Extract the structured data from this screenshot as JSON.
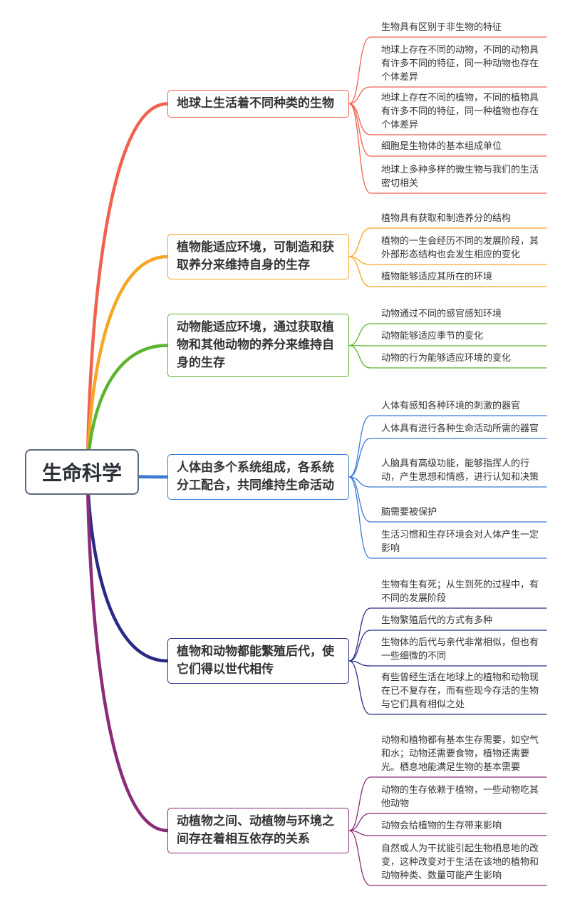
{
  "root": {
    "label": "生命科学",
    "color": "#5d6b7d"
  },
  "branches": [
    {
      "label": "地球上生活着不同种类的生物",
      "color": "#f0624f",
      "leaves": [
        "生物具有区别于非生物的特征",
        "地球上存在不同的动物，不同的动物具有许多不同的特征，同一种动物也存在个体差异",
        "地球上存在不同的植物，不同的植物具有许多不同的特征，同一种植物也存在个体差异",
        "细胞是生物体的基本组成单位",
        "地球上多种多样的微生物与我们的生活密切相关"
      ]
    },
    {
      "label": "植物能适应环境，可制造和获取养分来维持自身的生存",
      "color": "#f5a623",
      "leaves": [
        "植物具有获取和制造养分的结构",
        "植物的一生会经历不同的发展阶段，其外部形态结构也会发生相应的变化",
        "植物能够适应其所在的环境"
      ]
    },
    {
      "label": "动物能适应环境，通过获取植物和其他动物的养分来维持自身的生存",
      "color": "#5cb531",
      "leaves": [
        "动物通过不同的感官感知环境",
        "动物能够适应季节的变化",
        "动物的行为能够适应环境的变化"
      ]
    },
    {
      "label": "人体由多个系统组成，各系统分工配合，共同维持生命活动",
      "color": "#3a7bd5",
      "leaves": [
        "人体有感知各种环境的刺激的器官",
        "人体具有进行各种生命活动所需的器官",
        "人脑具有高级功能，能够指挥人的行动，产生思想和情感，进行认知和决策",
        "脑需要被保护",
        "生活习惯和生存环境会对人体产生一定影响"
      ]
    },
    {
      "label": "植物和动物都能繁殖后代，使它们得以世代相传",
      "color": "#2a2a86",
      "leaves": [
        "生物有生有死；从生到死的过程中，有不同的发展阶段",
        "生物繁殖后代的方式有多种",
        "生物体的后代与亲代非常相似，但也有一些细微的不同",
        "有些曾经生活在地球上的植物和动物现在已不复存在，而有些现今存活的生物与它们具有相似之处"
      ]
    },
    {
      "label": "动植物之间、动植物与环境之间存在着相互依存的关系",
      "color": "#8a2c78",
      "leaves": [
        "动物和植物都有基本生存需要，如空气和水；动物还需要食物，植物还需要光。栖息地能满足生物的基本需要",
        "动物的生存依赖于植物，一些动物吃其他动物",
        "动物会给植物的生存带来影响",
        "自然或人为干扰能引起生物栖息地的改变，这种改变对于生活在该地的植物和动物种类、数量可能产生影响"
      ]
    }
  ]
}
